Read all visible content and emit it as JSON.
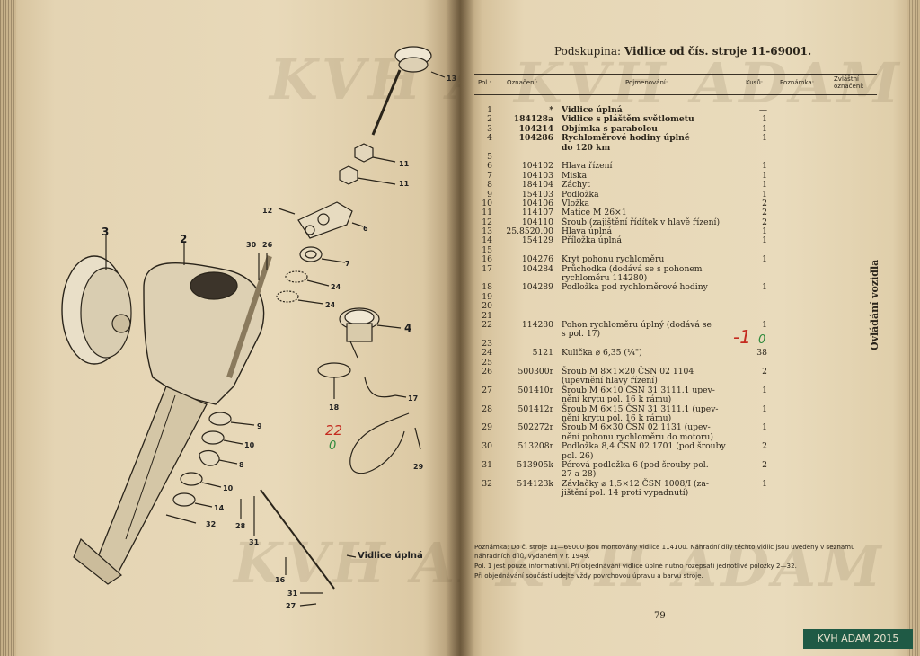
{
  "left_page": {
    "watermark": "KVH ADAM",
    "diagram_title": "Vidlice úplná",
    "labels": [
      "13",
      "11",
      "11",
      "12",
      "6",
      "3",
      "2",
      "30",
      "26",
      "7",
      "24",
      "24",
      "4",
      "18",
      "17",
      "9",
      "10",
      "8",
      "10",
      "14",
      "32",
      "28",
      "31",
      "16",
      "22",
      "0",
      "29",
      "31",
      "27"
    ]
  },
  "right_page": {
    "watermark": "KVH ADAM",
    "heading_prefix": "Podskupina:",
    "heading_bold": "Vidlice od čís. stroje 11-69001.",
    "columns": {
      "pol": "Pol.:",
      "oznaceni": "Označení:",
      "pojmenovani": "Pojmenování:",
      "kusu": "Kusů:",
      "poznamka": "Poznámka:",
      "zvlastni": "Zvláštní označení:"
    },
    "rows": [
      {
        "pos": "1",
        "code": "*",
        "name": "Vidlice úplná",
        "qty": "—",
        "bold": true
      },
      {
        "pos": "2",
        "code": "184128a",
        "name": "Vidlice s pláštěm světlometu",
        "qty": "1",
        "bold": true
      },
      {
        "pos": "3",
        "code": "104214",
        "name": "Objímka s parabolou",
        "qty": "1",
        "bold": true
      },
      {
        "pos": "4",
        "code": "104286",
        "name": "Rychloměrové hodiny úplné\ndo 120 km",
        "qty": "1",
        "bold": true
      },
      {
        "pos": "5",
        "code": "",
        "name": "",
        "qty": "",
        "bold": false
      },
      {
        "pos": "6",
        "code": "104102",
        "name": "Hlava řízení",
        "qty": "1",
        "bold": false
      },
      {
        "pos": "7",
        "code": "104103",
        "name": "Miska",
        "qty": "1",
        "bold": false
      },
      {
        "pos": "8",
        "code": "184104",
        "name": "Záchyt",
        "qty": "1",
        "bold": false
      },
      {
        "pos": "9",
        "code": "154103",
        "name": "Podložka",
        "qty": "1",
        "bold": false
      },
      {
        "pos": "10",
        "code": "104106",
        "name": "Vložka",
        "qty": "2",
        "bold": false
      },
      {
        "pos": "11",
        "code": "114107",
        "name": "Matice M 26×1",
        "qty": "2",
        "bold": false
      },
      {
        "pos": "12",
        "code": "104110",
        "name": "Šroub (zajištění řídítek v hlavě řízení)",
        "qty": "2",
        "bold": false
      },
      {
        "pos": "13",
        "code": "25.8520.00",
        "name": "Hlava úplná",
        "qty": "1",
        "bold": false
      },
      {
        "pos": "14",
        "code": "154129",
        "name": "Příložka úplná",
        "qty": "1",
        "bold": false
      },
      {
        "pos": "15",
        "code": "",
        "name": "",
        "qty": "",
        "bold": false
      },
      {
        "pos": "16",
        "code": "104276",
        "name": "Kryt pohonu rychloměru",
        "qty": "1",
        "bold": false
      },
      {
        "pos": "17",
        "code": "104284",
        "name": "Průchodka (dodává se s pohonem\nrychloměru 114280)",
        "qty": "",
        "bold": false
      },
      {
        "pos": "18",
        "code": "104289",
        "name": "Podložka pod rychloměrové hodiny",
        "qty": "1",
        "bold": false
      },
      {
        "pos": "19",
        "code": "",
        "name": "",
        "qty": "",
        "bold": false
      },
      {
        "pos": "20",
        "code": "",
        "name": "",
        "qty": "",
        "bold": false
      },
      {
        "pos": "21",
        "code": "",
        "name": "",
        "qty": "",
        "bold": false
      },
      {
        "pos": "22",
        "code": "114280",
        "name": "Pohon rychloměru úplný (dodává se\ns pol. 17)",
        "qty": "1",
        "bold": false
      },
      {
        "pos": "23",
        "code": "",
        "name": "",
        "qty": "",
        "bold": false
      },
      {
        "pos": "24",
        "code": "5121",
        "name": "Kulička ⌀ 6,35 (¼\")",
        "qty": "38",
        "bold": false
      },
      {
        "pos": "25",
        "code": "",
        "name": "",
        "qty": "",
        "bold": false
      },
      {
        "pos": "26",
        "code": "500300r",
        "name": "Šroub M 8×1×20 ČSN 02 1104\n(upevnění hlavy řízení)",
        "qty": "2",
        "bold": false
      },
      {
        "pos": "27",
        "code": "501410r",
        "name": "Šroub M 6×10 ČSN 31 3111.1 upev-\nnění krytu pol. 16 k rámu)",
        "qty": "1",
        "bold": false
      },
      {
        "pos": "28",
        "code": "501412r",
        "name": "Šroub M 6×15 ČSN 31 3111.1 (upev-\nnění krytu pol. 16 k rámu)",
        "qty": "1",
        "bold": false
      },
      {
        "pos": "29",
        "code": "502272r",
        "name": "Šroub M 6×30 ČSN 02 1131 (upev-\nnění pohonu rychloměru do motoru)",
        "qty": "1",
        "bold": false
      },
      {
        "pos": "30",
        "code": "513208r",
        "name": "Podložka 8,4 ČSN 02 1701 (pod šrouby\npol. 26)",
        "qty": "2",
        "bold": false
      },
      {
        "pos": "31",
        "code": "513905k",
        "name": "Pérová podložka 6 (pod šrouby pol.\n27 a 28)",
        "qty": "2",
        "bold": false
      },
      {
        "pos": "32",
        "code": "514123k",
        "name": "Závlačky ⌀ 1,5×12 ČSN 1008/I (za-\njištění pol. 14 proti vypadnutí)",
        "qty": "1",
        "bold": false
      }
    ],
    "handwritten": {
      "red": "-1",
      "green": "0"
    },
    "side_label": "Ovládání vozidla",
    "notes": [
      "Poznámka: Do č. stroje 11—69000 jsou montovány vidlice 114100. Náhradní díly těchto vidlic jsou uvedeny v seznamu náhradních dílů, vydaném v r. 1949.",
      "Pol. 1 jest pouze informativní. Při objednávání vidlice úplné nutno rozepsati jednotlivé položky 2—32.",
      "Při objednávání součástí udejte vždy povrchovou úpravu a barvu stroje."
    ],
    "page_number": "79"
  },
  "stamp": "KVH ADAM 2015"
}
